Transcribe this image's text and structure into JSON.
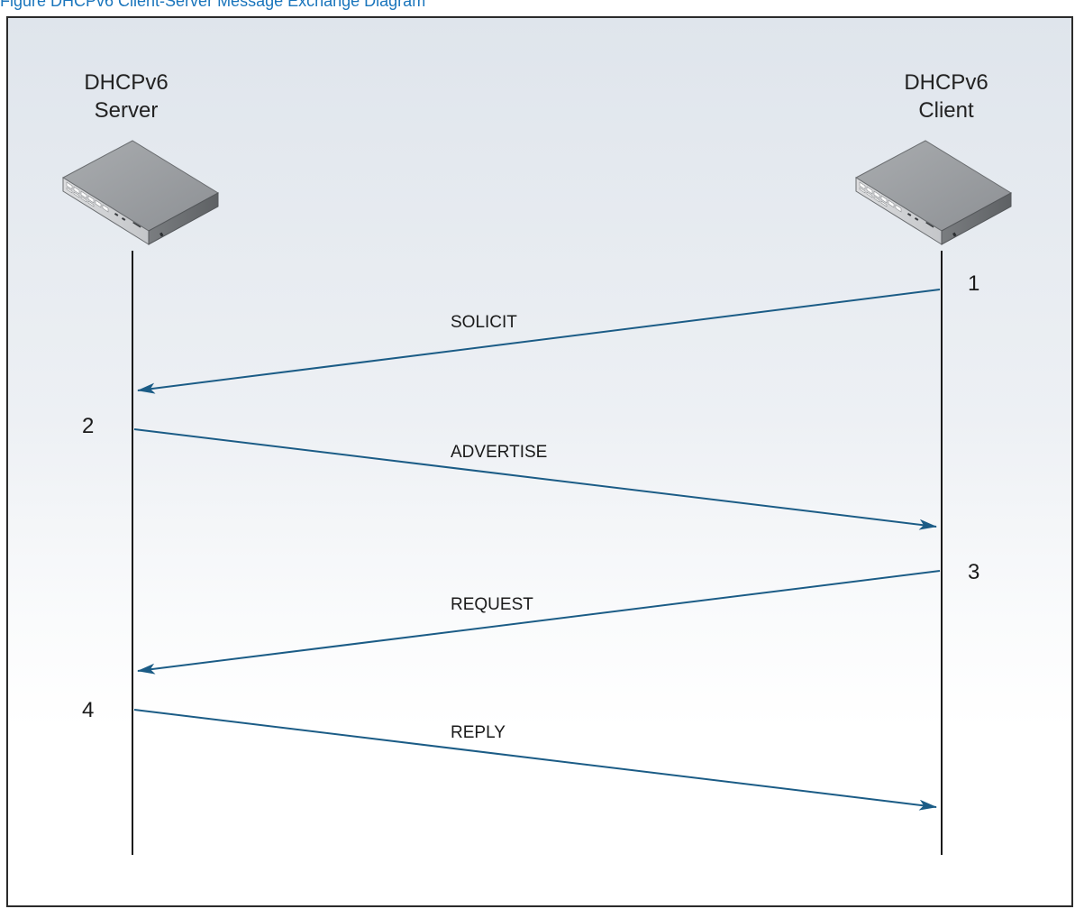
{
  "caption": "Figure DHCPv6 Client-Server Message Exchange Diagram",
  "devices": {
    "server": {
      "line1": "DHCPv6",
      "line2": "Server"
    },
    "client": {
      "line1": "DHCPv6",
      "line2": "Client"
    }
  },
  "messages": [
    {
      "step": "1",
      "label": "SOLICIT",
      "direction": "client-to-server"
    },
    {
      "step": "2",
      "label": "ADVERTISE",
      "direction": "server-to-client"
    },
    {
      "step": "3",
      "label": "REQUEST",
      "direction": "client-to-server"
    },
    {
      "step": "4",
      "label": "REPLY",
      "direction": "server-to-client"
    }
  ],
  "colors": {
    "arrow": "#1b5c86",
    "caption": "#1a75bc",
    "frame_border": "#2b2b2b"
  },
  "icons": {
    "device": "network-switch-icon"
  }
}
